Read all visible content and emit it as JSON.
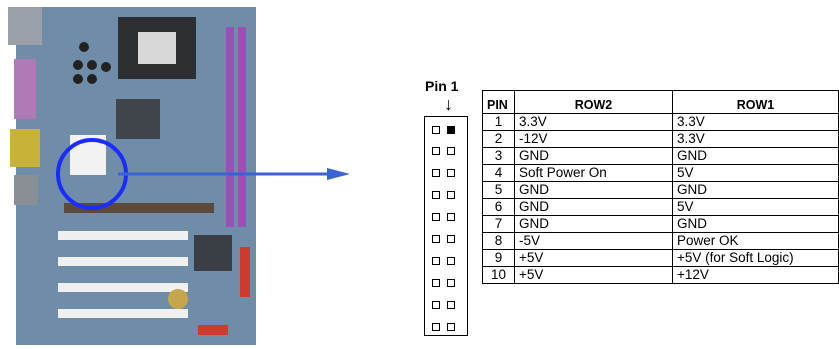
{
  "pin1_label": "Pin 1",
  "pin1_arrow": "↓",
  "table": {
    "headers": [
      "PIN",
      "ROW2",
      "ROW1"
    ],
    "rows": [
      [
        "1",
        "3.3V",
        "3.3V"
      ],
      [
        "2",
        "-12V",
        "3.3V"
      ],
      [
        "3",
        "GND",
        "GND"
      ],
      [
        "4",
        "Soft Power On",
        "5V"
      ],
      [
        "5",
        "GND",
        "GND"
      ],
      [
        "6",
        "GND",
        "5V"
      ],
      [
        "7",
        "GND",
        "GND"
      ],
      [
        "8",
        "-5V",
        "Power OK"
      ],
      [
        "9",
        "+5V",
        "+5V (for Soft Logic)"
      ],
      [
        "10",
        "+5V",
        "+12V"
      ]
    ]
  },
  "colors": {
    "board": "#7a96b0",
    "highlight_circle": "#1a2cff",
    "arrow": "#3a63d8"
  }
}
